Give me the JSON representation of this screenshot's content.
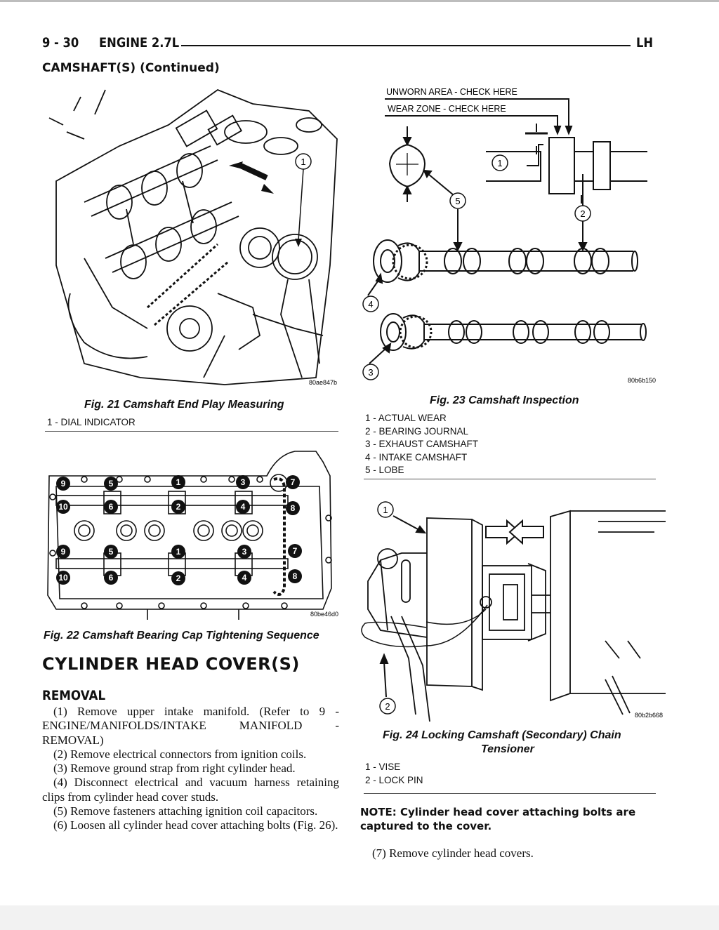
{
  "header": {
    "page_number": "9 - 30",
    "section": "ENGINE 2.7L",
    "side": "LH"
  },
  "subheading": "CAMSHAFT(S) (Continued)",
  "fig21": {
    "code": "80ae847b",
    "caption": "Fig. 21 Camshaft End Play Measuring",
    "callout": "1",
    "legend": [
      "1 - DIAL INDICATOR"
    ]
  },
  "fig22": {
    "code": "80be46d0",
    "caption": "Fig. 22 Camshaft Bearing Cap Tightening Sequence",
    "sequence_labels": [
      "9",
      "10",
      "5",
      "6",
      "1",
      "2",
      "3",
      "4",
      "7",
      "8"
    ]
  },
  "fig23": {
    "code": "80b6b150",
    "caption": "Fig. 23 Camshaft Inspection",
    "label_unworn": "UNWORN AREA - CHECK HERE",
    "label_wear": "WEAR ZONE - CHECK HERE",
    "callouts": [
      "1",
      "2",
      "3",
      "4",
      "5"
    ],
    "legend": [
      "1 - ACTUAL WEAR",
      "2 - BEARING JOURNAL",
      "3 - EXHAUST CAMSHAFT",
      "4 - INTAKE CAMSHAFT",
      "5 - LOBE"
    ]
  },
  "fig24": {
    "code": "80b2b668",
    "caption_line1": "Fig. 24 Locking Camshaft (Secondary) Chain",
    "caption_line2": "Tensioner",
    "callouts": [
      "1",
      "2"
    ],
    "legend": [
      "1 - VISE",
      "2 - LOCK PIN"
    ]
  },
  "section": {
    "title": "CYLINDER HEAD COVER(S)",
    "subtitle": "REMOVAL",
    "steps": [
      "(1) Remove upper intake manifold. (Refer to 9 - ENGINE/MANIFOLDS/INTAKE MANIFOLD - REMOVAL)",
      "(2) Remove electrical connectors from ignition coils.",
      "(3) Remove ground strap from right cylinder head.",
      "(4) Disconnect electrical and vacuum harness retaining clips from cylinder head cover studs.",
      "(5) Remove fasteners attaching ignition coil capacitors.",
      "(6) Loosen all cylinder head cover attaching bolts (Fig. 26)."
    ],
    "note": "NOTE: Cylinder head cover attaching bolts are captured to the cover.",
    "step7": "(7) Remove cylinder head covers."
  }
}
